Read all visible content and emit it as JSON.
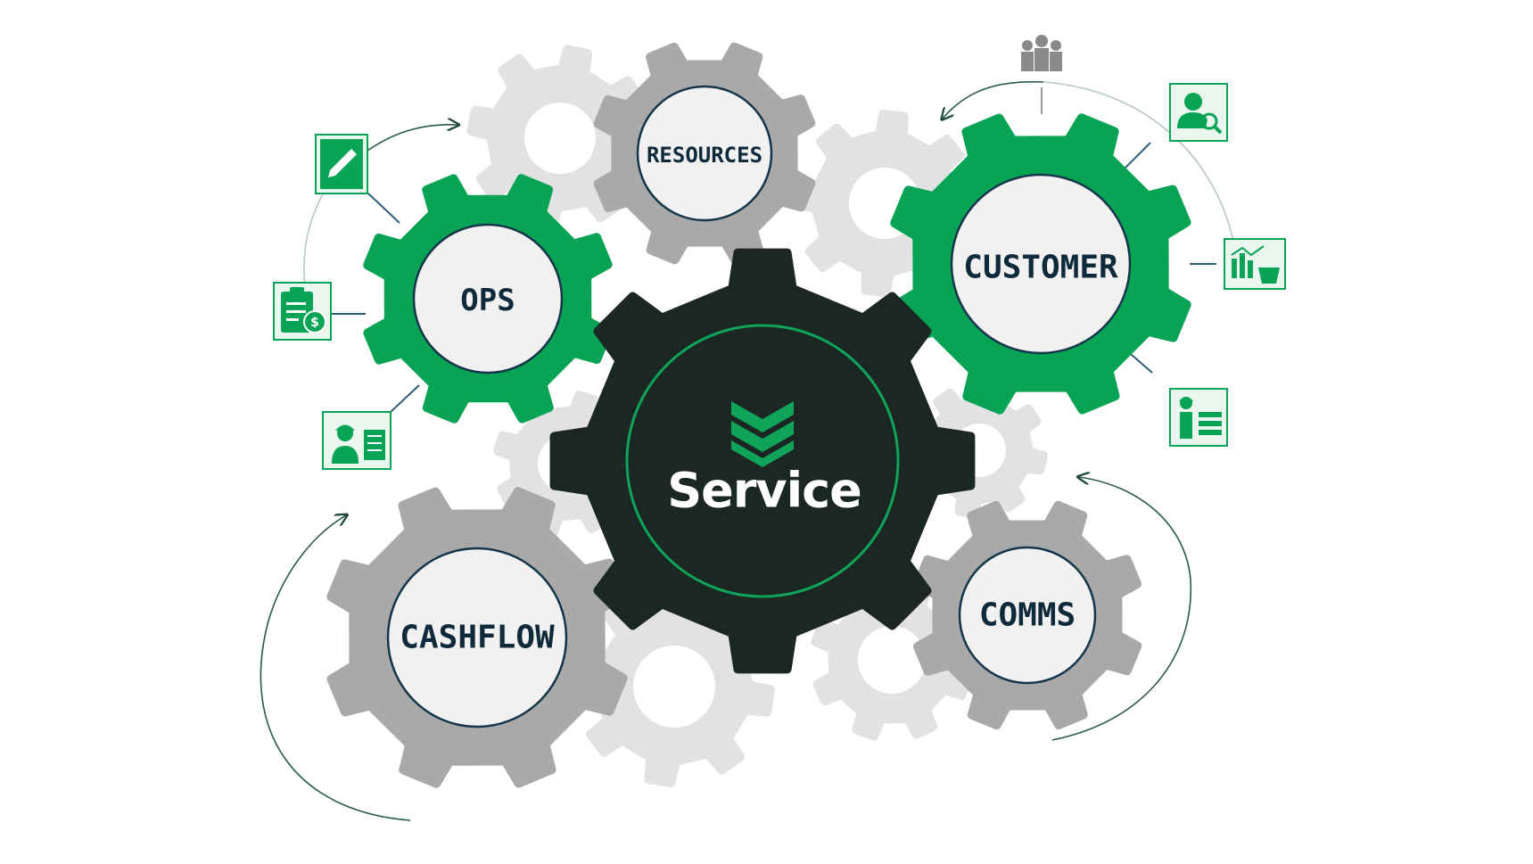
{
  "center": {
    "brand": "Service",
    "logo_icon": "chevron-stack-icon"
  },
  "gears": {
    "resources": "RESOURCES",
    "ops": "OPS",
    "customer": "CUSTOMER",
    "cashflow": "CASHFLOW",
    "comms": "COMMS"
  },
  "icons": {
    "ops": [
      "edit-document-icon",
      "checklist-dollar-icon",
      "engineer-plan-icon"
    ],
    "customer": [
      "team-icon",
      "user-search-icon",
      "chart-basket-icon",
      "worker-wall-icon"
    ]
  },
  "colors": {
    "green": "#08a354",
    "dark": "#1b2723",
    "gray": "#a9a9a9",
    "light_gray": "#e2e2e2",
    "inner": "#f1f1f1",
    "ring": "#14354a"
  }
}
